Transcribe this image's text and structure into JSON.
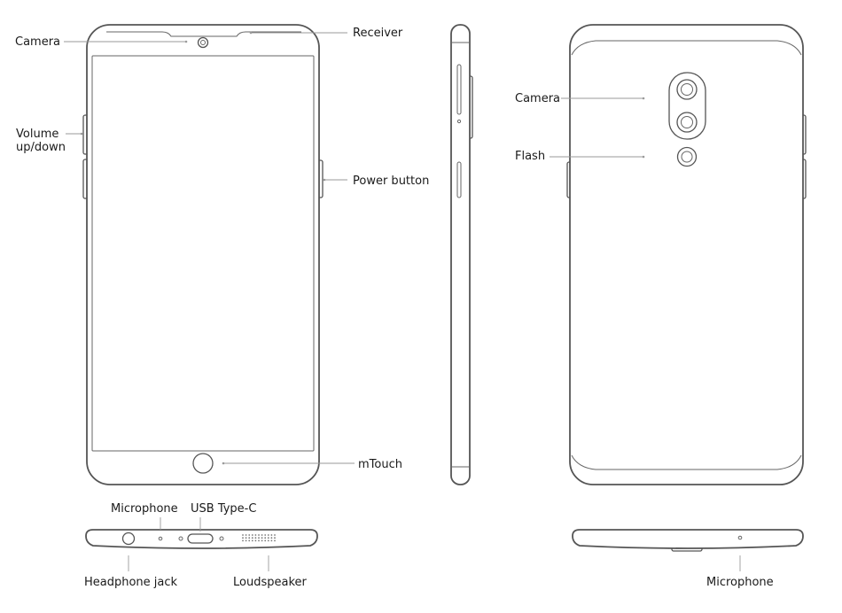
{
  "front_labels": {
    "camera": "Camera",
    "receiver": "Receiver",
    "volume_line1": "Volume",
    "volume_line2": "up/down",
    "power": "Power button",
    "mtouch": "mTouch"
  },
  "bottom_labels": {
    "microphone": "Microphone",
    "usb": "USB Type-C",
    "headphone": "Headphone jack",
    "loudspeaker": "Loudspeaker"
  },
  "back_labels": {
    "camera": "Camera",
    "flash": "Flash",
    "microphone": "Microphone"
  },
  "colors": {
    "outline": "#555555",
    "leader": "#9a9a9a",
    "text": "#1a1a1a"
  }
}
